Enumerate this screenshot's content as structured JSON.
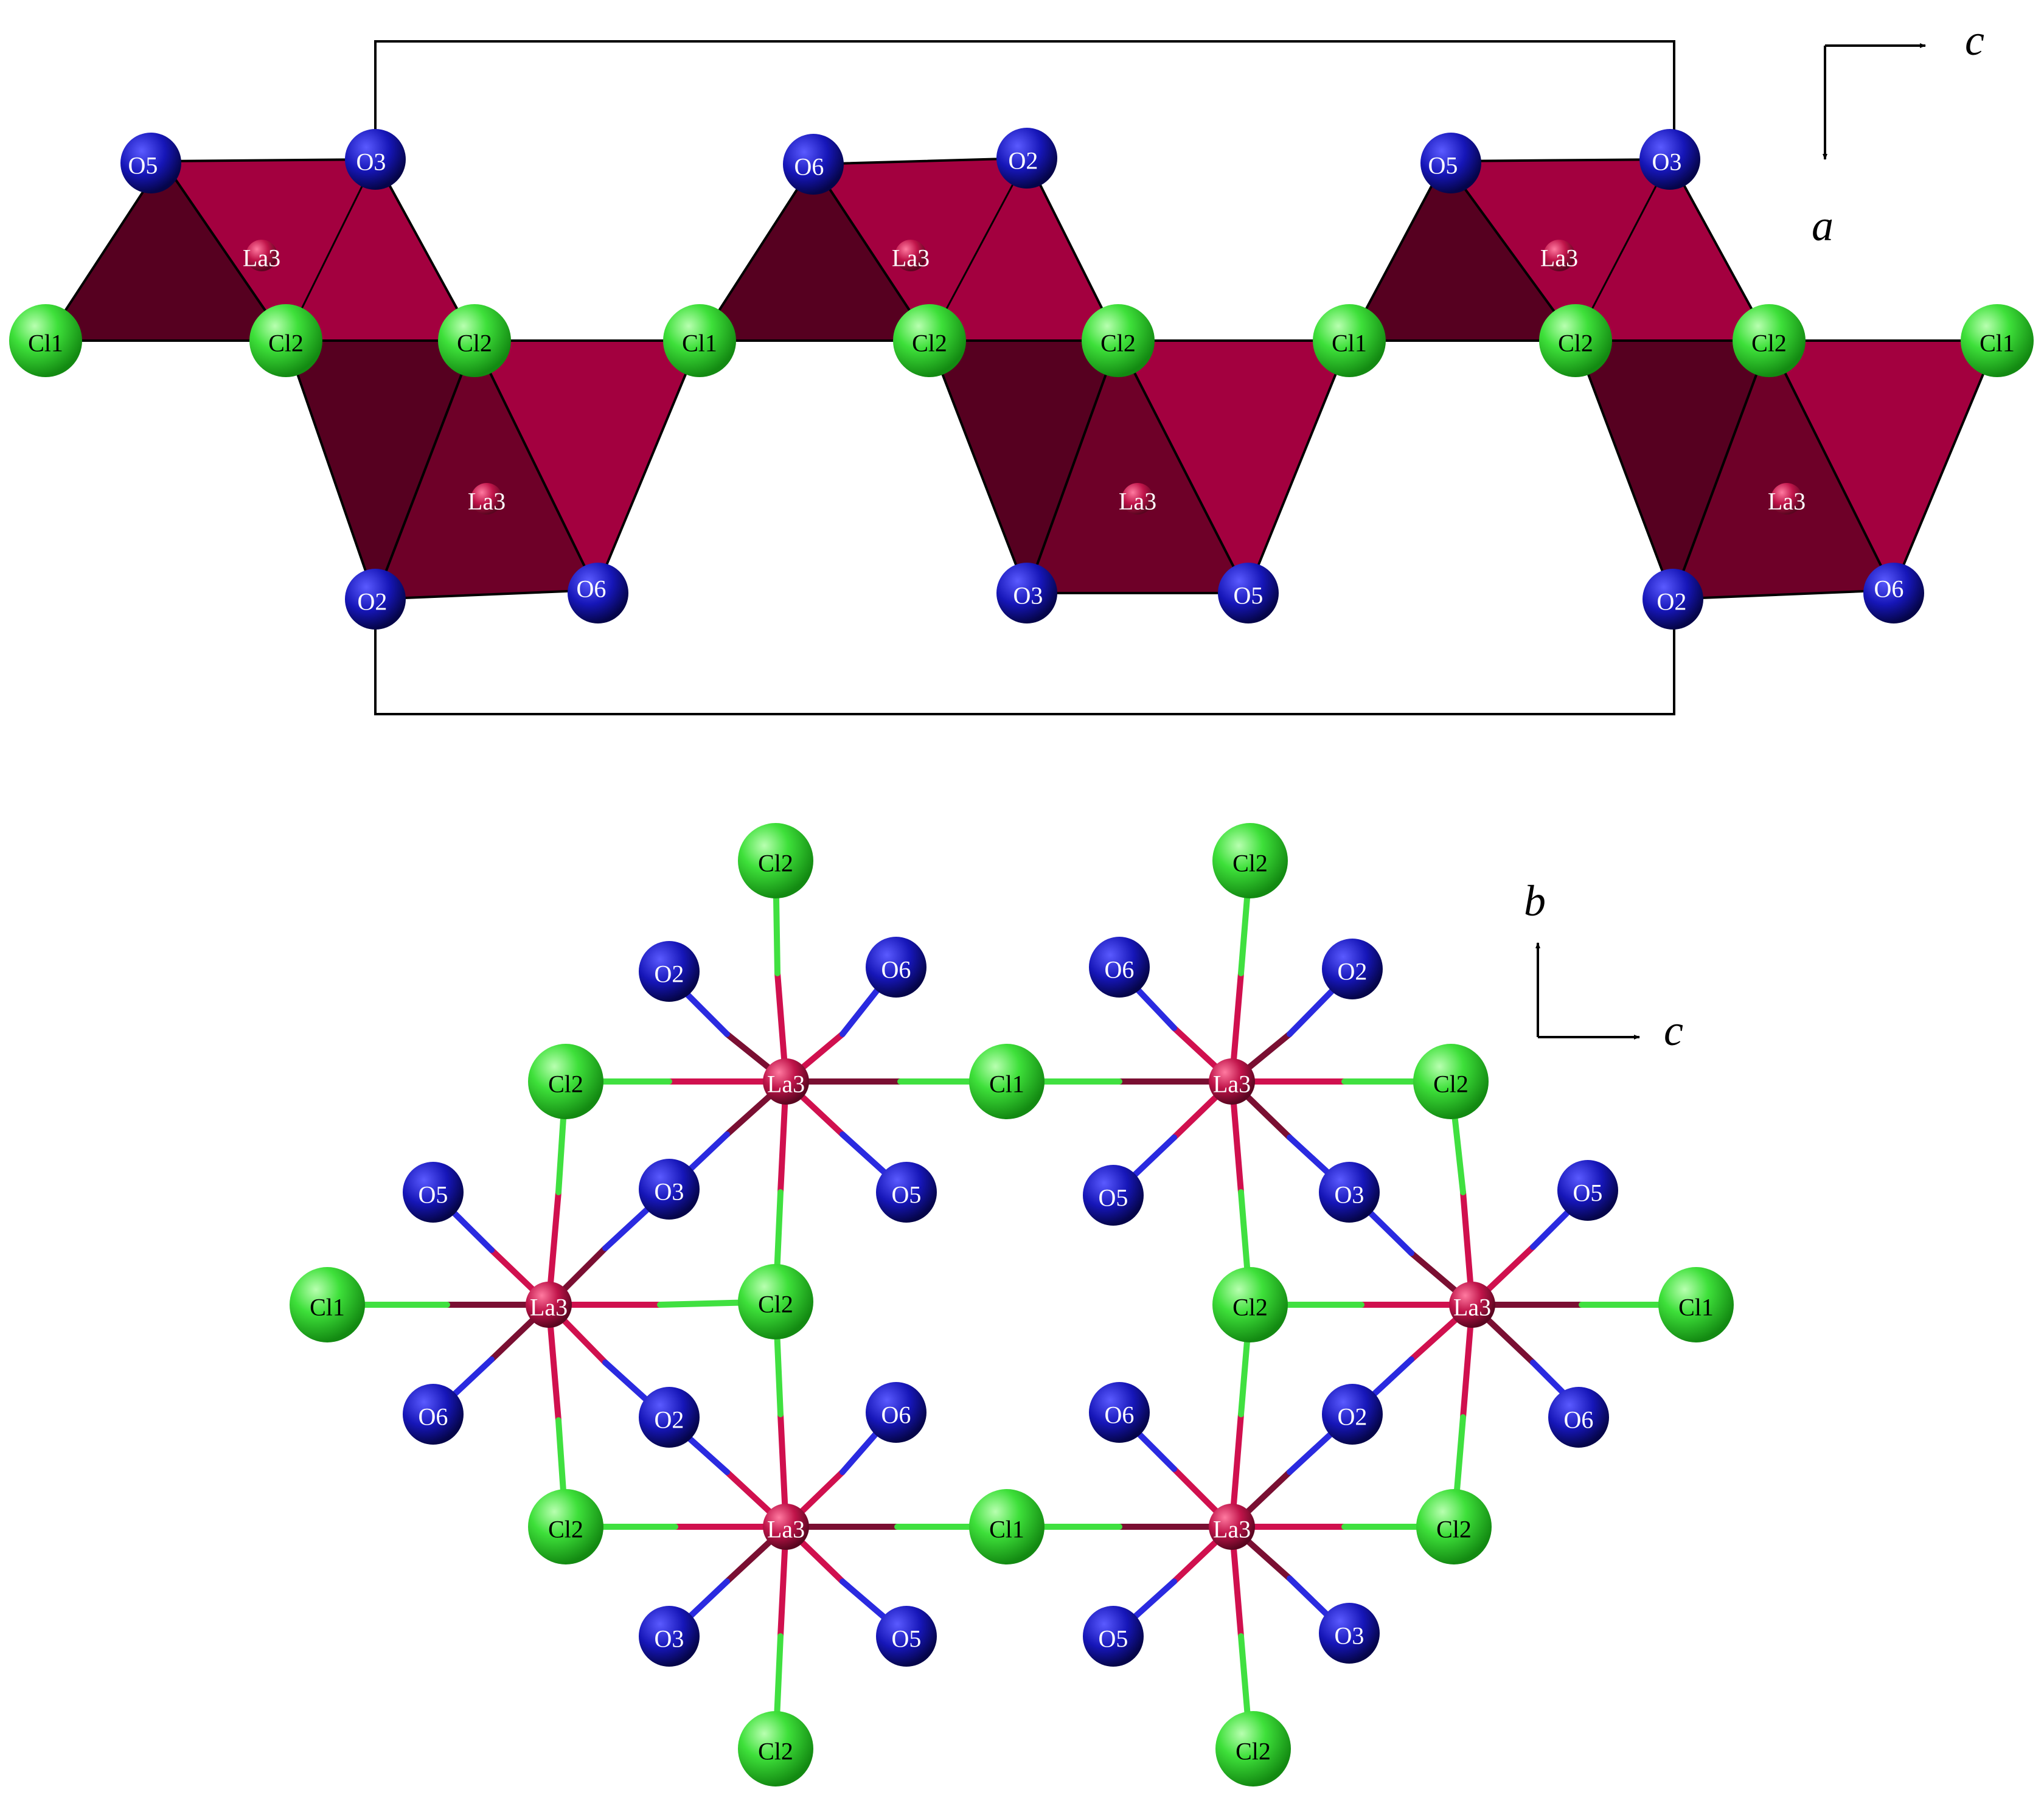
{
  "colors": {
    "oxygen": "#1a1aa8",
    "chlorine": "#33d633",
    "lanthanum": "#c0144a",
    "polyhedron_light": "#a3003f",
    "polyhedron_dark": "#5a0020",
    "bond_la": "#d0104e",
    "bond_la_dark": "#7a0f32",
    "bond_o": "#2a2ae0",
    "bond_cl": "#40e040",
    "cell": "#000000"
  },
  "top_panel": {
    "axes": {
      "horizontal": "c",
      "vertical": "a"
    },
    "atoms": [
      {
        "el": "O",
        "label": "O5"
      },
      {
        "el": "O",
        "label": "O3"
      },
      {
        "el": "O",
        "label": "O6"
      },
      {
        "el": "O",
        "label": "O2"
      },
      {
        "el": "O",
        "label": "O5"
      },
      {
        "el": "O",
        "label": "O3"
      },
      {
        "el": "Cl",
        "label": "Cl1"
      },
      {
        "el": "Cl",
        "label": "Cl2"
      },
      {
        "el": "Cl",
        "label": "Cl2"
      },
      {
        "el": "Cl",
        "label": "Cl1"
      },
      {
        "el": "Cl",
        "label": "Cl2"
      },
      {
        "el": "Cl",
        "label": "Cl2"
      },
      {
        "el": "Cl",
        "label": "Cl1"
      },
      {
        "el": "Cl",
        "label": "Cl2"
      },
      {
        "el": "Cl",
        "label": "Cl2"
      },
      {
        "el": "Cl",
        "label": "Cl1"
      },
      {
        "el": "O",
        "label": "O2"
      },
      {
        "el": "O",
        "label": "O6"
      },
      {
        "el": "O",
        "label": "O3"
      },
      {
        "el": "O",
        "label": "O5"
      },
      {
        "el": "O",
        "label": "O2"
      },
      {
        "el": "O",
        "label": "O6"
      },
      {
        "el": "La",
        "label": "La3"
      },
      {
        "el": "La",
        "label": "La3"
      },
      {
        "el": "La",
        "label": "La3"
      },
      {
        "el": "La",
        "label": "La3"
      },
      {
        "el": "La",
        "label": "La3"
      },
      {
        "el": "La",
        "label": "La3"
      }
    ]
  },
  "bottom_panel": {
    "axes": {
      "horizontal": "c",
      "vertical": "b"
    },
    "atoms": [
      {
        "el": "Cl",
        "label": "Cl2"
      },
      {
        "el": "Cl",
        "label": "Cl2"
      },
      {
        "el": "O",
        "label": "O2"
      },
      {
        "el": "O",
        "label": "O6"
      },
      {
        "el": "O",
        "label": "O6"
      },
      {
        "el": "O",
        "label": "O2"
      },
      {
        "el": "Cl",
        "label": "Cl2"
      },
      {
        "el": "La",
        "label": "La3"
      },
      {
        "el": "Cl",
        "label": "Cl1"
      },
      {
        "el": "La",
        "label": "La3"
      },
      {
        "el": "Cl",
        "label": "Cl2"
      },
      {
        "el": "O",
        "label": "O5"
      },
      {
        "el": "O",
        "label": "O3"
      },
      {
        "el": "O",
        "label": "O5"
      },
      {
        "el": "O",
        "label": "O5"
      },
      {
        "el": "O",
        "label": "O3"
      },
      {
        "el": "O",
        "label": "O5"
      },
      {
        "el": "Cl",
        "label": "Cl1"
      },
      {
        "el": "La",
        "label": "La3"
      },
      {
        "el": "Cl",
        "label": "Cl2"
      },
      {
        "el": "Cl",
        "label": "Cl2"
      },
      {
        "el": "La",
        "label": "La3"
      },
      {
        "el": "Cl",
        "label": "Cl1"
      },
      {
        "el": "O",
        "label": "O6"
      },
      {
        "el": "O",
        "label": "O2"
      },
      {
        "el": "O",
        "label": "O6"
      },
      {
        "el": "O",
        "label": "O6"
      },
      {
        "el": "O",
        "label": "O2"
      },
      {
        "el": "O",
        "label": "O6"
      },
      {
        "el": "Cl",
        "label": "Cl2"
      },
      {
        "el": "La",
        "label": "La3"
      },
      {
        "el": "Cl",
        "label": "Cl1"
      },
      {
        "el": "La",
        "label": "La3"
      },
      {
        "el": "Cl",
        "label": "Cl2"
      },
      {
        "el": "O",
        "label": "O3"
      },
      {
        "el": "O",
        "label": "O5"
      },
      {
        "el": "O",
        "label": "O5"
      },
      {
        "el": "O",
        "label": "O3"
      },
      {
        "el": "Cl",
        "label": "Cl2"
      },
      {
        "el": "Cl",
        "label": "Cl2"
      }
    ]
  }
}
